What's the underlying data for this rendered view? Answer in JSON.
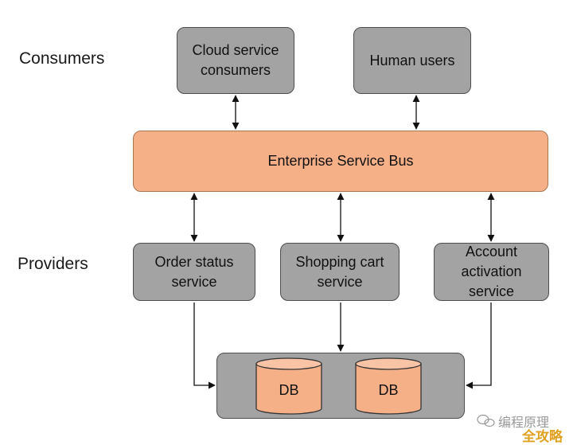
{
  "layers": {
    "consumers": "Consumers",
    "providers": "Providers"
  },
  "consumers": [
    {
      "label": "Cloud service\nconsumers"
    },
    {
      "label": "Human users"
    }
  ],
  "bus": {
    "label": "Enterprise Service Bus"
  },
  "providers": [
    {
      "label": "Order status\nservice"
    },
    {
      "label": "Shopping cart\nservice"
    },
    {
      "label": "Account\nactivation\nservice"
    }
  ],
  "databases": [
    {
      "label": "DB"
    },
    {
      "label": "DB"
    }
  ],
  "colors": {
    "box": "#a3a3a3",
    "bus": "#f5b088",
    "db": "#f5b088",
    "border": "#4d4d4d"
  },
  "watermark": {
    "text": "编程原理",
    "badge": "全攻略",
    "icon": "wechat-icon"
  }
}
